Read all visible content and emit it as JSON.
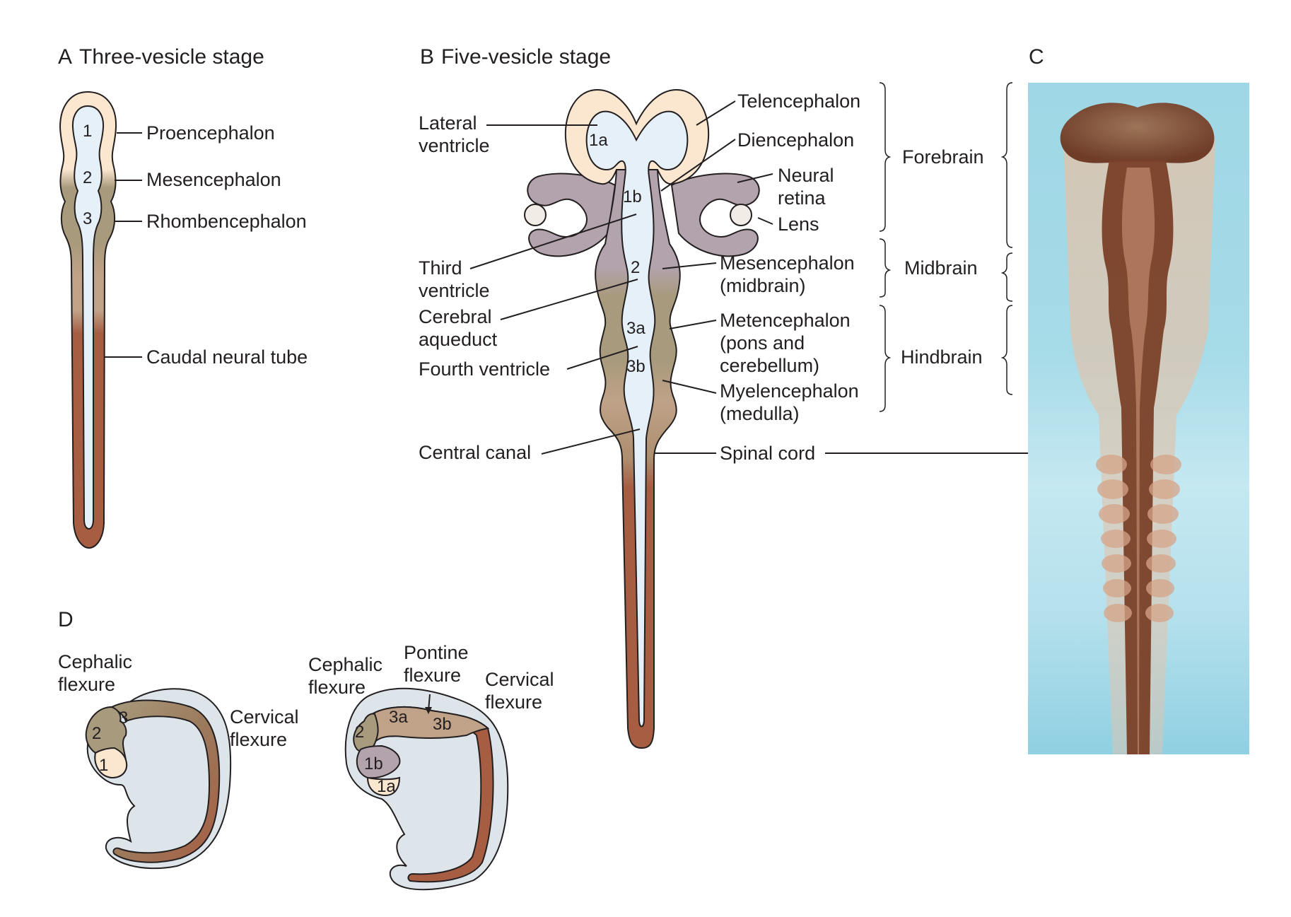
{
  "panels": {
    "a": {
      "letter": "A",
      "title": "Three-vesicle stage",
      "vesicle_numbers": [
        "1",
        "2",
        "3"
      ],
      "labels": {
        "proencephalon": "Proencephalon",
        "mesencephalon": "Mesencephalon",
        "rhombencephalon": "Rhombencephalon",
        "caudal": "Caudal neural tube"
      }
    },
    "b": {
      "letter": "B",
      "title": "Five-vesicle stage",
      "vesicle_numbers": [
        "1a",
        "1b",
        "2",
        "3a",
        "3b"
      ],
      "left_labels": {
        "lateral_ventricle": [
          "Lateral",
          "ventricle"
        ],
        "third_ventricle": [
          "Third",
          "ventricle"
        ],
        "cerebral_aqueduct": [
          "Cerebral",
          "aqueduct"
        ],
        "fourth_ventricle": "Fourth ventricle",
        "central_canal": "Central canal"
      },
      "right_labels": {
        "telencephalon": "Telencephalon",
        "diencephalon": "Diencephalon",
        "neural_retina": [
          "Neural",
          "retina"
        ],
        "lens": "Lens",
        "mesencephalon": [
          "Mesencephalon",
          "(midbrain)"
        ],
        "metencephalon": [
          "Metencephalon",
          "(pons and",
          "cerebellum)"
        ],
        "myelencephalon": [
          "Myelencephalon",
          "(medulla)"
        ],
        "spinal_cord": "Spinal cord"
      },
      "regions": [
        "Forebrain",
        "Midbrain",
        "Hindbrain"
      ]
    },
    "c": {
      "letter": "C"
    },
    "d": {
      "letter": "D",
      "embryo1": {
        "cephalic": [
          "Cephalic",
          "flexure"
        ],
        "cervical": [
          "Cervical",
          "flexure"
        ],
        "numbers": [
          "1",
          "2",
          "3"
        ]
      },
      "embryo2": {
        "cephalic": [
          "Cephalic",
          "flexure"
        ],
        "pontine": [
          "Pontine",
          "flexure"
        ],
        "cervical": [
          "Cervical",
          "flexure"
        ],
        "numbers": [
          "1a",
          "1b",
          "2",
          "3a",
          "3b"
        ]
      }
    }
  },
  "colors": {
    "telencephalon": "#fbe6d0",
    "diencephalon": "#b3a3ac",
    "mesencephalon": "#a89a7c",
    "rhombencephalon": "#bfa288",
    "spinal": "#a65d42",
    "ventricle": "#e6f0f8",
    "outline": "#231f20",
    "body": "#dde5ea",
    "photo_bg": "#a6dbe8",
    "photo_tissue": "#8a4a30"
  }
}
